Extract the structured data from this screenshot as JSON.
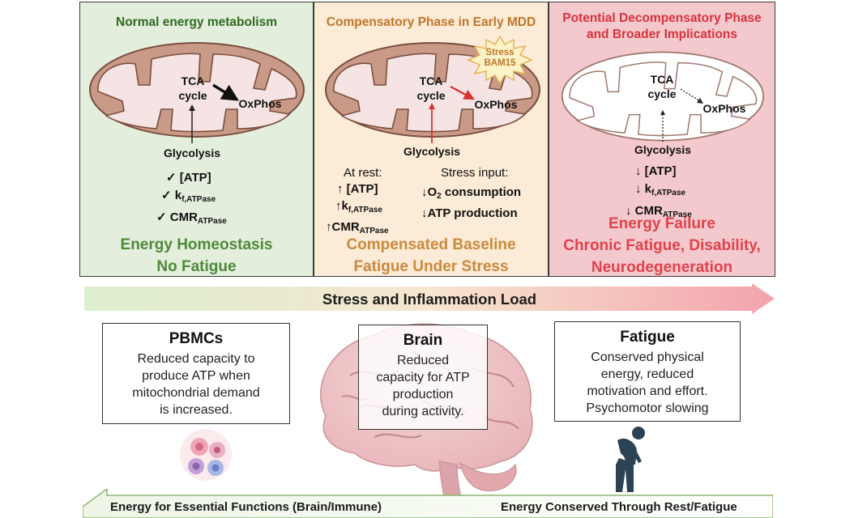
{
  "panels": {
    "normal": {
      "title": "Normal energy metabolism",
      "tca_line1": "TCA",
      "tca_line2": "cycle",
      "oxphos": "OxPhos",
      "glycolysis": "Glycolysis",
      "m1": "✓ [ATP]",
      "m2_main": "✓ k",
      "m2_sub": "f,ATPase",
      "m3_main": "✓ CMR",
      "m3_sub": "ATPase",
      "outcome1": "Energy Homeostasis",
      "outcome2": "No Fatigue"
    },
    "compensatory": {
      "title": "Compensatory Phase in Early MDD",
      "badge_line1": "Stress",
      "badge_line2": "BAM15",
      "tca_line1": "TCA",
      "tca_line2": "cycle",
      "oxphos": "OxPhos",
      "glycolysis": "Glycolysis",
      "rest_label": "At rest:",
      "r1": "↑ [ATP]",
      "r2_main": "↑k",
      "r2_sub": "f,ATPase",
      "r3_main": "↑CMR",
      "r3_sub": "ATPase",
      "stress_label": "Stress input:",
      "s1_pre": "↓O",
      "s1_sub": "2",
      "s1_post": " consumption",
      "s2": "↓ATP production",
      "outcome1": "Compensated Baseline",
      "outcome2": "Fatigue Under Stress"
    },
    "decompensatory": {
      "title_line1": "Potential Decompensatory Phase",
      "title_line2": "and Broader Implications",
      "tca_line1": "TCA",
      "tca_line2": "cycle",
      "oxphos": "OxPhos",
      "glycolysis": "Glycolysis",
      "d1": "↓ [ATP]",
      "d2_main": "↓ k",
      "d2_sub": "f,ATPase",
      "d3_main": "↓ CMR",
      "d3_sub": "ATPase",
      "outcome1": "Energy Failure",
      "outcome2": "Chronic Fatigue, Disability,",
      "outcome3": "Neurodegeneration"
    }
  },
  "load_arrow": {
    "label": "Stress and Inflammation Load"
  },
  "boxes": {
    "pbmcs": {
      "title": "PBMCs",
      "l1": "Reduced capacity to",
      "l2": "produce ATP when",
      "l3": "mitochondrial demand",
      "l4": "is increased."
    },
    "brain": {
      "title": "Brain",
      "l1": "Reduced",
      "l2": "capacity for ATP",
      "l3": "production",
      "l4": "during activity."
    },
    "fatigue": {
      "title": "Fatigue",
      "l1": "Conserved physical",
      "l2": "energy, reduced",
      "l3": "motivation and effort.",
      "l4": "Psychomotor slowing"
    }
  },
  "energy_arrow": {
    "left_label": "Energy for Essential Functions (Brain/Immune)",
    "right_label": "Energy Conserved Through Rest/Fatigue"
  },
  "colors": {
    "normal_bg": "#e4eedd",
    "compensatory_bg": "#fcebd6",
    "decompensatory_bg": "#f4c9cd",
    "normal_accent": "#4e8a3a",
    "compensatory_accent": "#c98a3e",
    "decompensatory_accent": "#e0424b"
  }
}
